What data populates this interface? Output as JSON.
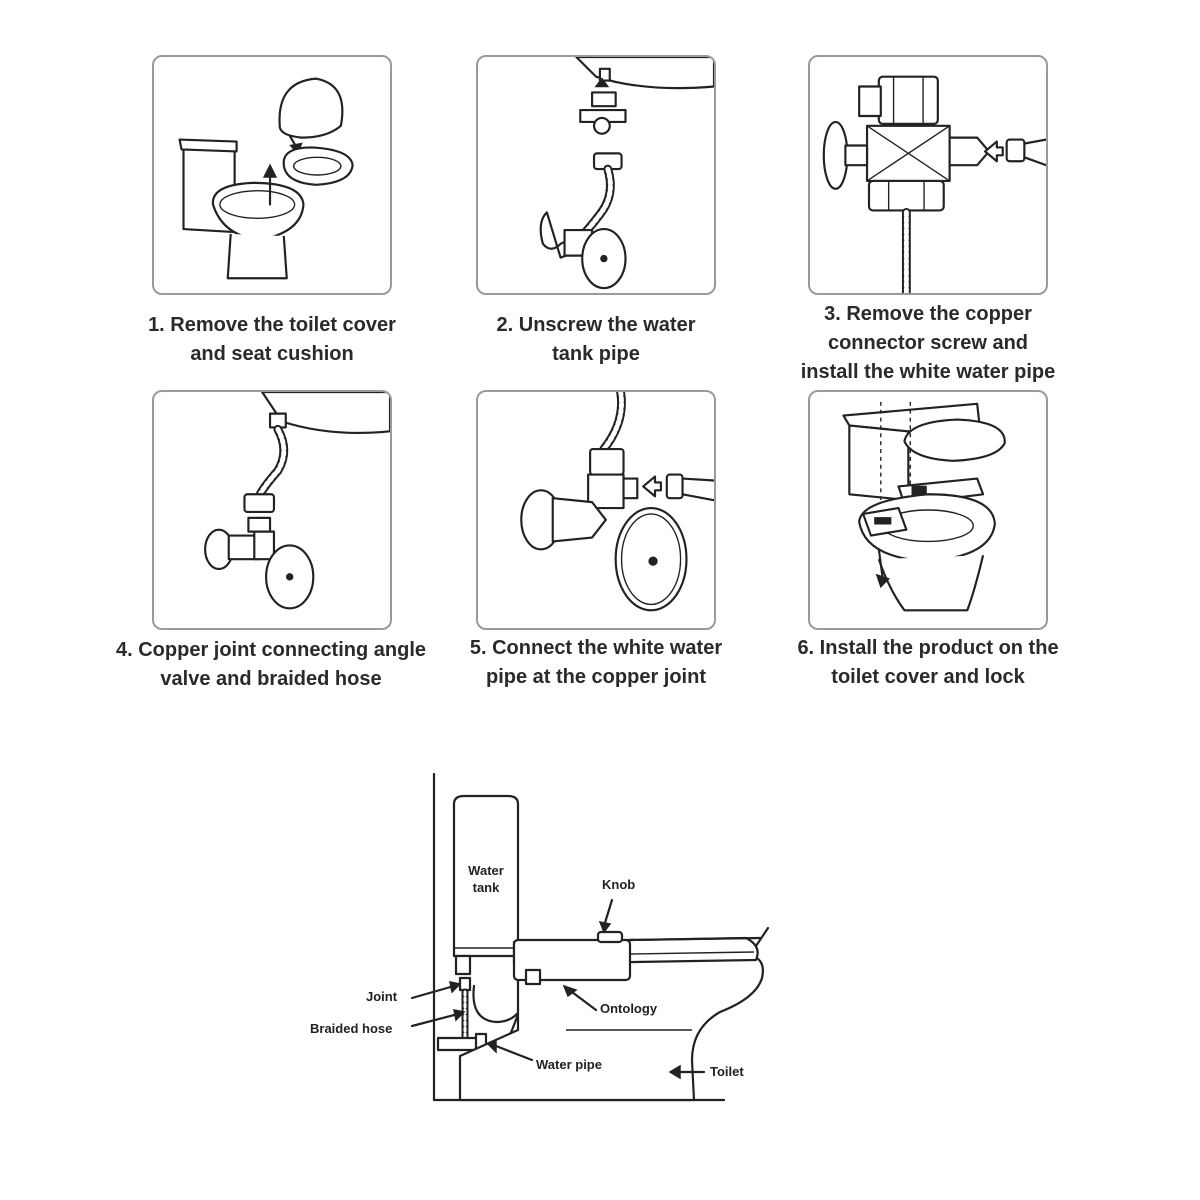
{
  "steps": [
    {
      "number": 1,
      "caption": "1. Remove the toilet cover\nand seat cushion"
    },
    {
      "number": 2,
      "caption": "2. Unscrew the water\ntank pipe"
    },
    {
      "number": 3,
      "caption": "3. Remove the copper\nconnector screw and\ninstall the white water pipe"
    },
    {
      "number": 4,
      "caption": "4. Copper joint connecting angle\nvalve and braided hose"
    },
    {
      "number": 5,
      "caption": "5. Connect the white water\npipe at the copper joint"
    },
    {
      "number": 6,
      "caption": "6. Install the product on the\ntoilet cover and lock"
    }
  ],
  "diagram": {
    "labels": {
      "water_tank": "Water\ntank",
      "knob": "Knob",
      "joint": "Joint",
      "braided_hose": "Braided hose",
      "ontology": "Ontology",
      "water_pipe": "Water pipe",
      "toilet": "Toilet"
    }
  }
}
